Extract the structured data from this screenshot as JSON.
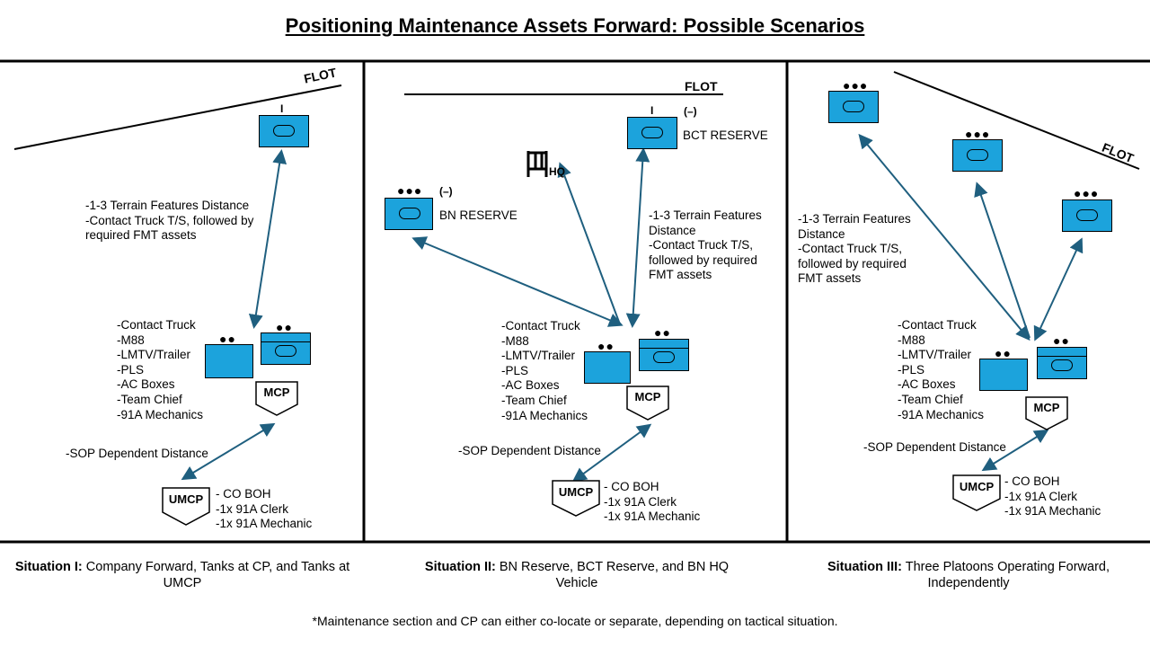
{
  "title": "Positioning Maintenance Assets Forward: Possible Scenarios",
  "flot_label": "FLOT",
  "bn_reserve_label": "BN RESERVE",
  "bct_reserve_label": "BCT RESERVE",
  "hq_label": "HQ",
  "reinforced_mod": "(–)",
  "company_echelon": "I",
  "mcp_label": "MCP",
  "umcp_label": "UMCP",
  "terrain_note_1": "-1-3 Terrain Features Distance\n-Contact Truck T/S, followed by\nrequired FMT assets",
  "terrain_note_2": "-1-3 Terrain Features\nDistance\n-Contact Truck T/S,\nfollowed by required\nFMT assets",
  "terrain_note_3": "-1-3 Terrain Features\nDistance\n-Contact Truck T/S,\nfollowed by required\nFMT assets",
  "assets_list": "-Contact Truck\n-M88\n-LMTV/Trailer\n-PLS\n-AC Boxes\n-Team Chief\n-91A Mechanics",
  "sop_distance": "-SOP Dependent Distance",
  "umcp_list": "- CO BOH\n-1x 91A Clerk\n-1x 91A Mechanic",
  "umcp_list_2": "- CO BOH\n-1x 91A Clerk\n-1x 91A Mechanic",
  "situations": [
    {
      "label": "Situation I:",
      "text": " Company Forward, Tanks at CP, and Tanks at UMCP"
    },
    {
      "label": "Situation II:",
      "text": " BN Reserve, BCT Reserve, and BN HQ Vehicle"
    },
    {
      "label": "Situation III:",
      "text": " Three Platoons Operating Forward, Independently"
    }
  ],
  "footnote": "*Maintenance section and CP can either co-locate or separate, depending on tactical situation.",
  "colors": {
    "unit_fill": "#1CA3DC",
    "arrow": "#1F5F7F",
    "border": "#000000"
  }
}
